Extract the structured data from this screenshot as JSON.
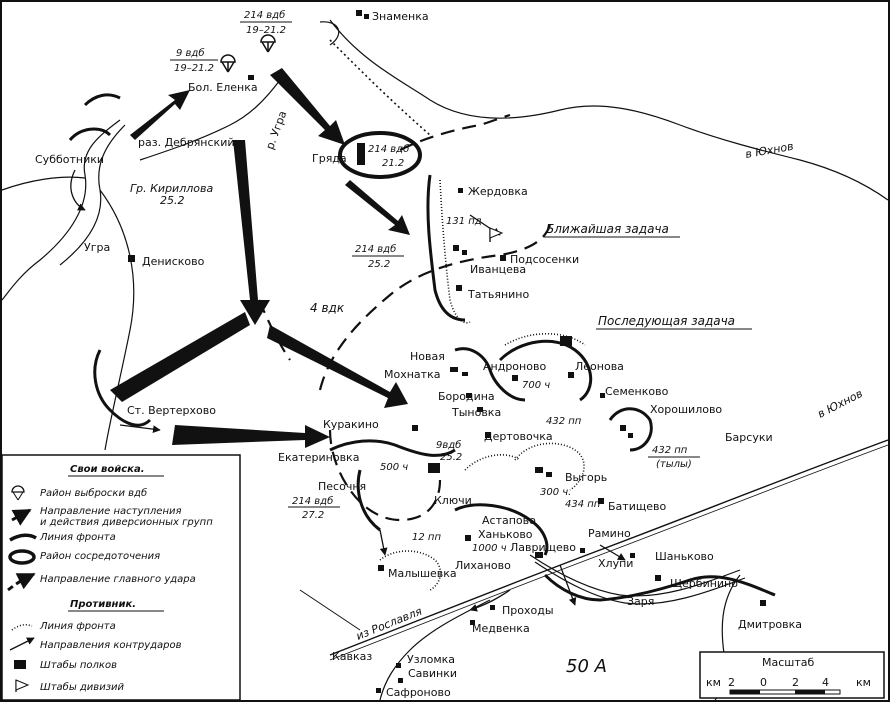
{
  "places": {
    "znamenka": "Знаменка",
    "bol_elenka": "Бол. Еленка",
    "raz_debryansky": "раз. Дебрянский",
    "subbotniki": "Субботники",
    "gr_kirillova": "Гр. Кириллова",
    "gr_kirillova_date": "25.2",
    "ugra": "Угра",
    "dennekovo": "Денисково",
    "r_ugra": "р. Угра",
    "gryada": "Гряда",
    "zherdovka": "Жердовка",
    "ivantseva": "Иванцева",
    "podsosenki": "Подсосенки",
    "tatyanino": "Татьянино",
    "novaya": "Новая",
    "mokhnatka": "Мохнатка",
    "borodina": "Бородина",
    "tynovka": "Тыновка",
    "andronovo": "Андроново",
    "leonova": "Леонова",
    "semenkovo": "Семенково",
    "khoroshilovo": "Хорошилово",
    "barsuki": "Барсуки",
    "st_vertekhovo": "Ст. Вертерхово",
    "kurakino": "Куракино",
    "ekaterinovka": "Екатериновка",
    "pesochnya": "Песочня",
    "klyuchi": "Ключи",
    "dertovochka": "Дертовочка",
    "vygor": "Выгорь",
    "batishchevo": "Батищево",
    "astapovo": "Астапово",
    "khankovo": "Ханьково",
    "likhanovo": "Лиханово",
    "lavrishchevo": "Лаврищево",
    "ramino": "Рамино",
    "khlupi": "Хлупи",
    "shanovo": "Шаньково",
    "shcherbinino": "Щербинино",
    "zarya": "Заря",
    "malyshevka": "Малышевка",
    "prokhody": "Проходы",
    "medvedka": "Медвенка",
    "kavkaz": "Кавказ",
    "uzlomka": "Узломка",
    "savinki": "Савинки",
    "safronovo": "Сафроново",
    "dmitrovka": "Дмитровка",
    "to_yukhnov_1": "в Юхнов",
    "to_yukhnov_2": "в Юхнов",
    "to_roslavl": "из Рославля"
  },
  "units": {
    "vdb214_top": "214 вдб",
    "vdb214_top_date": "19–21.2",
    "vdb9_top": "9 вдб",
    "vdb9_top_date": "19–21.2",
    "vdb214_gryada": "214 вдб",
    "vdb214_gryada_date": "21.2",
    "vdb214_mid": "214 вдб",
    "vdb214_mid_date": "25.2",
    "vdk4": "4 вдк",
    "pd131": "131 пд",
    "vdb9_mid": "9вдб",
    "vdb9_mid_date": "25.2",
    "vdb214_low": "214 вдб",
    "vdb214_low_date": "27.2",
    "pp432": "432 пп",
    "pp432_rear": "432 пп",
    "pp432_rear_note": "(тылы)",
    "pp434": "434 пп",
    "pp12": "12 пп",
    "h700": "700 ч",
    "h500": "500 ч",
    "h300": "300 ч.",
    "h1000": "1000 ч",
    "army50": "50 А"
  },
  "tasks": {
    "near": "Ближайшая задача",
    "next": "Последующая задача"
  },
  "legend": {
    "own_title": "Свои войска.",
    "own_items": [
      "Район выброски вдб",
      "Направление наступления",
      "и действия диверсионных групп",
      "Линия фронта",
      "Район сосредоточения",
      "Направление главного удара"
    ],
    "enemy_title": "Противник.",
    "enemy_items": [
      "Линия фронта",
      "Направления контрударов",
      "Штабы полков",
      "Штабы дивизий"
    ]
  },
  "scale": {
    "title": "Масштаб",
    "unit": "км",
    "ticks": [
      "2",
      "0",
      "2",
      "4"
    ]
  }
}
